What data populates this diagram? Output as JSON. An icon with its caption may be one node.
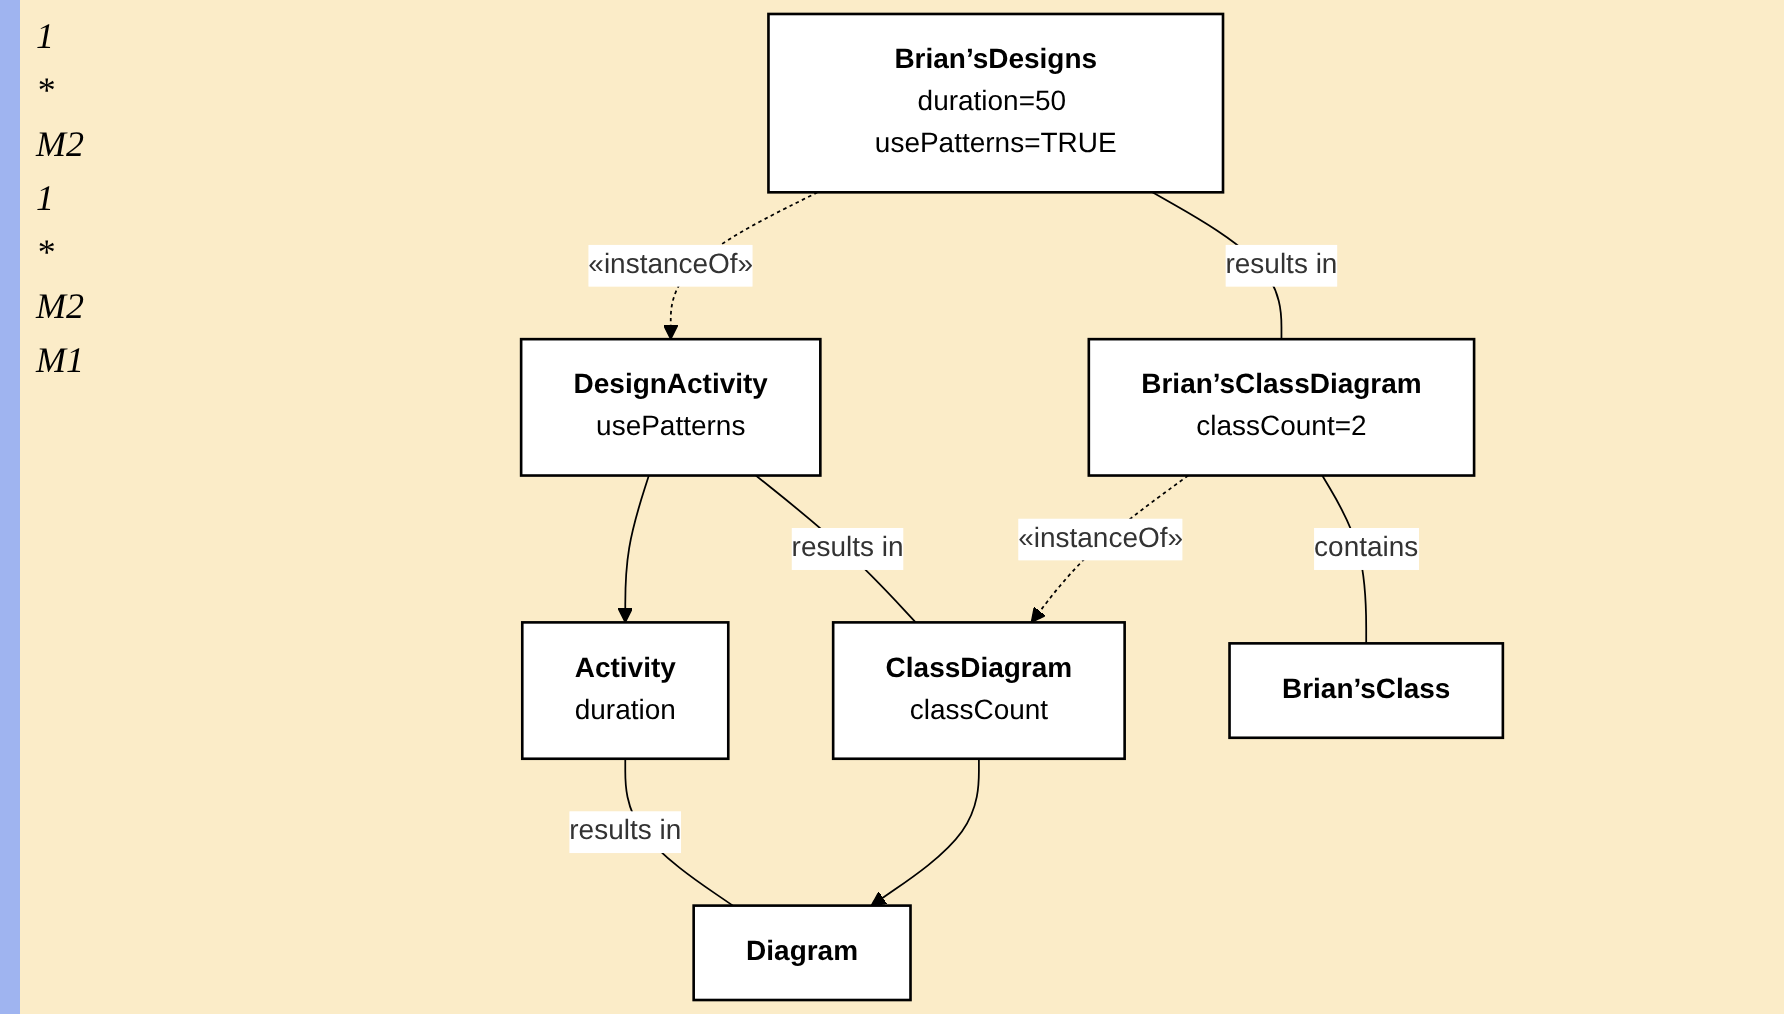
{
  "diagram": {
    "nodes": [
      {
        "text": [
          "Activity",
          "duration"
        ]
      },
      {
        "text": [
          "Diagram"
        ]
      },
      {
        "text": [
          "DesignActivity",
          "usePatterns"
        ]
      },
      {
        "text": [
          "ClassDiagram",
          "classCount"
        ]
      },
      {
        "text": [
          "Brian’sDesigns",
          "duration=50 usePatterns=TRUE"
        ]
      },
      {
        "text": [
          "Brian’sClassDiagram",
          "classCount=2"
        ]
      },
      {
        "text": [
          "Brian’sClass"
        ]
      }
    ],
    "edges": [
      {
        "from": 0,
        "to": 1,
        "arrow": "none",
        "label": "results in"
      },
      {
        "from": 2,
        "to": 0,
        "arrow": "to"
      },
      {
        "from": 3,
        "to": 1,
        "arrow": "to"
      },
      {
        "from": 2,
        "to": 3,
        "arrow": "none",
        "label": "results in"
      },
      {
        "from": 4,
        "to": 2,
        "arrow": "to",
        "label": "«instanceOf»",
        "style": "dashed"
      },
      {
        "from": 5,
        "to": 3,
        "arrow": "to",
        "label": "«instanceOf»",
        "style": "dashed"
      },
      {
        "from": 4,
        "to": 5,
        "arrow": "none",
        "label": "results in"
      },
      {
        "from": 5,
        "to": 6,
        "arrow": "none",
        "label": "contains"
      }
    ],
    "labels": [
      "1",
      "*",
      "M2",
      "1",
      "*",
      "M2",
      "M1"
    ]
  }
}
